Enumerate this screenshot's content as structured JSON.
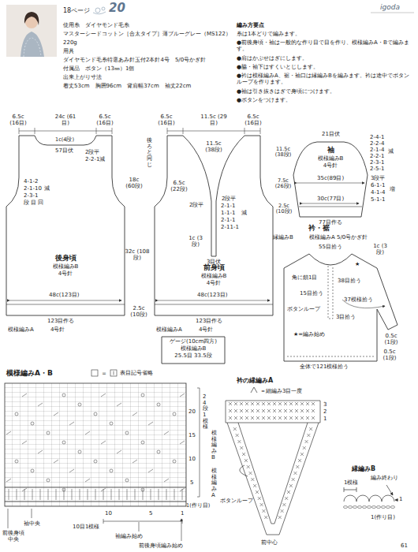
{
  "diagram": {
    "nodes": [
      {
        "text": [
          "後身頃",
          "模様編みB",
          "4号針"
        ]
      },
      {
        "text": [
          "前身頃",
          "模様編みB",
          "4号針"
        ]
      },
      {
        "text": [
          "袖",
          "模様編みB",
          "4号針"
        ]
      },
      {
        "text": [
          "衿・裾"
        ]
      },
      {
        "text": [
          "ゲージ(10cm四方)",
          "模様編みB",
          "25.5目 33.5段"
        ]
      }
    ],
    "labels": [
      "18ページ",
      "20",
      "igoda",
      "使用糸　ダイヤモンド毛糸",
      "マスターシードコットン［合太タイプ］薄ブルーグレー（MS122）",
      "220g",
      "用具",
      "ダイヤモンド毛糸特選あみ針玉付2本針4号　5/0号かぎ針",
      "付属品　ボタン（13㎜）1個",
      "出来上がり寸法",
      "着丈53cm　胸囲96cm　背肩幅37cm　袖丈22cm",
      "編み方要点",
      "糸は1本どりで編みます。",
      "●前後身頃・袖は一般的な作り目で目を作り、模様編みA・Bで編みます。",
      "●肩はかぶせはぎにします。",
      "●脇・袖下はすくいとじします。",
      "●衿は模様編みA、裾・袖口は縁編みBを編みます。衿は途中でボタンループを作ります。",
      "●袖は引き抜きはぎで身頃につけます。",
      "●ボタンをつけます。",
      "6.5c (16目)",
      "24c (61目)",
      "6.5c (16目)",
      "1c(4段)",
      "57目伏",
      "2段平",
      "2-2-1減",
      "4-1-2",
      "2-1-10",
      "2-3-1",
      "段 目 回",
      "減",
      "48c(123目)",
      "123目作る",
      "模様編みA",
      "4号針",
      "18c (60段)",
      "後ろと同じ",
      "32c (108段)",
      "2.5c (10段)",
      "6.5c (16目)",
      "11.5c (29目)",
      "6.5c (16目)",
      "11.5c (38段)",
      "6.5c (22段)",
      "2段平",
      "1c (3段)",
      "3目伏",
      "2段平",
      "2-1-1",
      "1-1-1",
      "2-1-1",
      "2-11-1",
      "減",
      "48c(123目)",
      "123目作る",
      "模様編みA",
      "4号針",
      "21目伏",
      "2-4-1",
      "2-2-4",
      "2-1-4",
      "2-2-1",
      "2-3-1",
      "2-5-1",
      "減",
      "3段平",
      "6-1-1",
      "4-1-4",
      "5-1-1",
      "増",
      "11.5c (38段)",
      "7.5c (26段)",
      "2.5c (10段)",
      "35c(89目)",
      "30c(77目)",
      "77目作る",
      "縁編みB",
      "模様編みA 5/0号かぎ針",
      "55目拾う",
      "1c (3段)",
      "★",
      "角に鎖1目",
      "38目拾う",
      "15目拾う",
      "ボタンループ",
      "3目拾う",
      "37模様拾う",
      "0.5c (1段)",
      "0.5c (1段)",
      "★=編み始め",
      "全体で121模様拾う",
      "模様編みA・B",
      "＝",
      "表目記号省略",
      "20",
      "15",
      "10",
      "5",
      "1(作り目)",
      "24段1模様",
      "模様編みB",
      "模様編みA",
      "10",
      "5",
      "1",
      "袖中央",
      "前後身頃中央",
      "10目1模様",
      "袖編み始め",
      "前後身頃編み始め",
      "衿の縁編みA",
      "＝細編み3目一度",
      "ボタンループ",
      "前中心",
      "3",
      "2",
      "1",
      "縁編みB",
      "1模様",
      "編み終わり",
      "1",
      "1(作り目)",
      "61"
    ]
  }
}
